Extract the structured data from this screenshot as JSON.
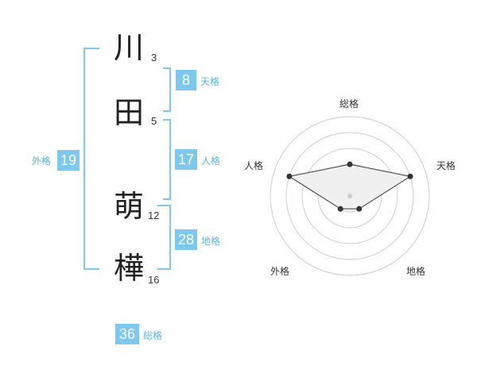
{
  "name_chars": [
    {
      "char": "川",
      "strokes": "3"
    },
    {
      "char": "田",
      "strokes": "5"
    },
    {
      "char": "萌",
      "strokes": "12"
    },
    {
      "char": "樺",
      "strokes": "16"
    }
  ],
  "fortunes": {
    "tenkaku": {
      "label": "天格",
      "value": "8"
    },
    "jinkaku": {
      "label": "人格",
      "value": "17"
    },
    "chikaku": {
      "label": "地格",
      "value": "28"
    },
    "gaikaku": {
      "label": "外格",
      "value": "19"
    },
    "soukaku": {
      "label": "総格",
      "value": "36"
    }
  },
  "colors": {
    "accent": "#7cc8ef",
    "label": "#58b4e6",
    "text": "#222222",
    "radar_grid": "#cccccc",
    "radar_fill": "#f0f0f0",
    "radar_line": "#333333"
  },
  "chart_data": {
    "type": "radar",
    "axes": [
      "総格",
      "天格",
      "地格",
      "外格",
      "人格"
    ],
    "values": [
      2,
      4,
      1,
      1,
      4
    ],
    "range": [
      0,
      5
    ],
    "grid_rings": 5
  }
}
